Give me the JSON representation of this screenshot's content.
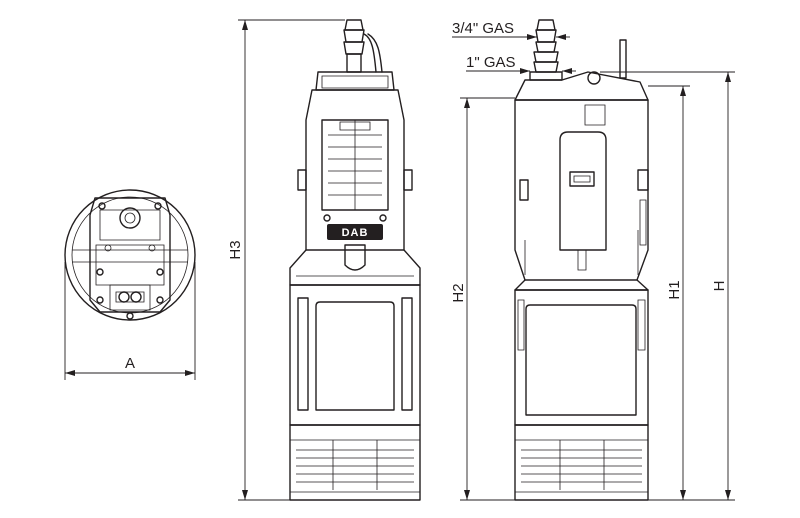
{
  "labels": {
    "dim_a": "A",
    "dim_h3": "H3",
    "dim_h2": "H2",
    "dim_h1": "H1",
    "dim_h": "H",
    "outlet_thread": "3/4\" GAS",
    "body_thread": "1\" GAS"
  },
  "brand": {
    "logo_text": "DAB"
  },
  "colors": {
    "line": "#231f20",
    "background": "#ffffff"
  }
}
